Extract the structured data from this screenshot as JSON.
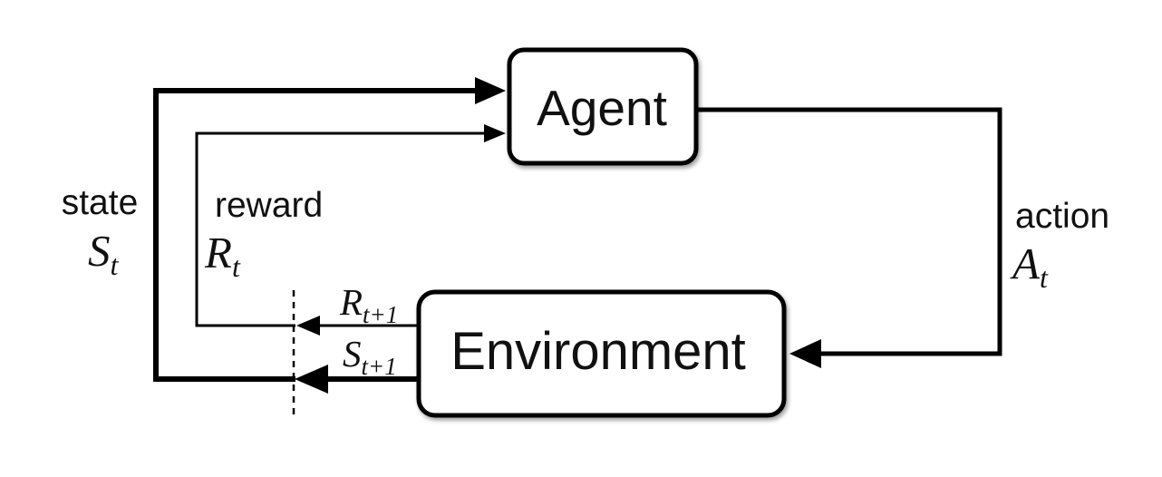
{
  "diagram": {
    "name": "Reinforcement learning agent-environment interaction loop",
    "background_color": "#ffffff",
    "line_color": "#000000",
    "text_color": "#111111",
    "nodes": {
      "agent": {
        "label": "Agent",
        "fill": "#ffffff",
        "border": "#000000"
      },
      "environment": {
        "label": "Environment",
        "fill": "#ffffff",
        "border": "#000000"
      }
    },
    "edges": {
      "state": {
        "word": "state",
        "symbol": "S",
        "subscript": "t"
      },
      "reward": {
        "word": "reward",
        "symbol": "R",
        "subscript": "t"
      },
      "action": {
        "word": "action",
        "symbol": "A",
        "subscript": "t"
      },
      "next_reward": {
        "symbol": "R",
        "subscript": "t+1"
      },
      "next_state": {
        "symbol": "S",
        "subscript": "t+1"
      }
    }
  }
}
